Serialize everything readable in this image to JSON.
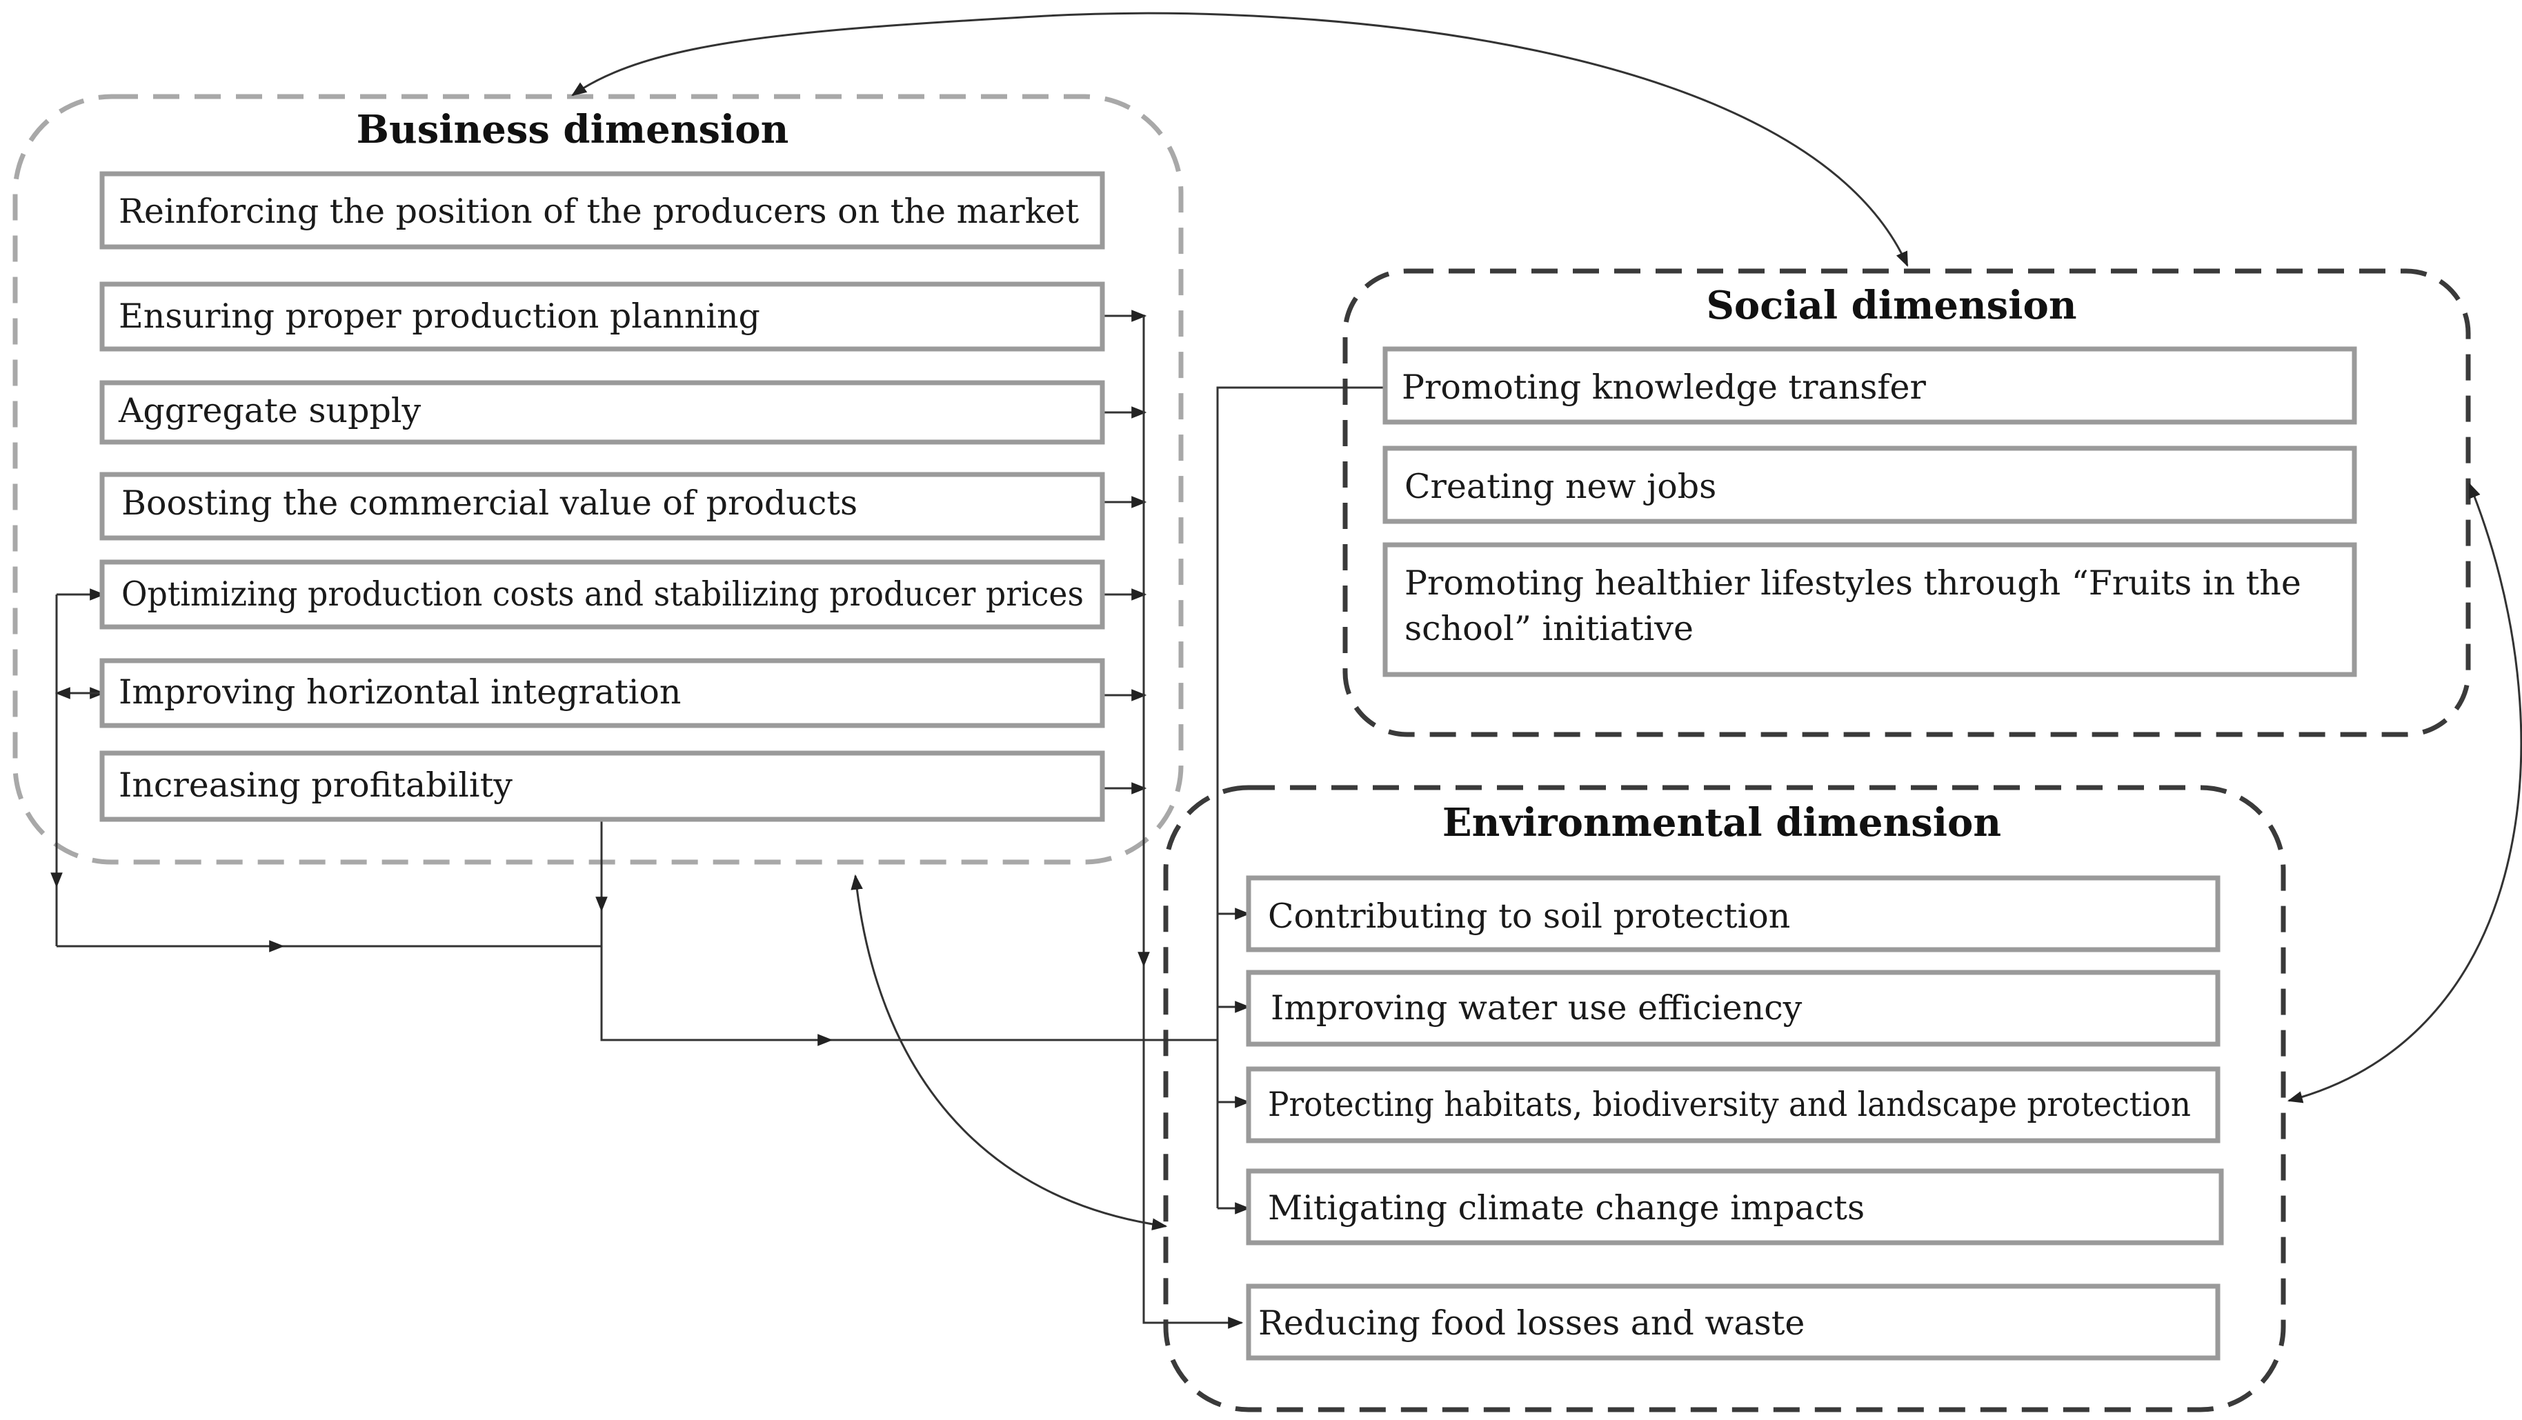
{
  "business": {
    "title": "Business dimension",
    "items": [
      "Reinforcing the position of the producers on the market",
      "Ensuring proper production planning",
      "Aggregate supply",
      "Boosting the commercial value of products",
      "Optimizing production costs and stabilizing producer prices",
      "Improving horizontal integration",
      "Increasing profitability"
    ]
  },
  "social": {
    "title": "Social dimension",
    "items": [
      [
        "Promoting knowledge transfer"
      ],
      [
        "Creating new jobs"
      ],
      [
        "Promoting healthier lifestyles through “Fruits in the",
        "school” initiative"
      ]
    ]
  },
  "environmental": {
    "title": "Environmental dimension",
    "items": [
      "Contributing to soil protection",
      "Improving water use efficiency",
      "Protecting habitats, biodiversity and landscape protection",
      "Mitigating climate change impacts",
      "Reducing food losses and waste"
    ]
  },
  "colors": {
    "business_border": "#a8a8a8",
    "dark_border": "#3a3a3a",
    "box_border": "#9a9a9a",
    "connector": "#333333"
  }
}
